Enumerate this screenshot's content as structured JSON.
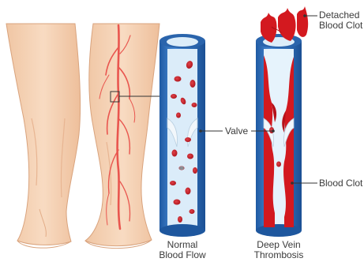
{
  "labels": {
    "detached_clot_line1": "Detached",
    "detached_clot_line2": "Blood Clot",
    "valve": "Valve",
    "blood_clot": "Blood Clot"
  },
  "captions": {
    "normal_line1": "Normal",
    "normal_line2": "Blood Flow",
    "dvt_line1": "Deep Vein",
    "dvt_line2": "Thrombosis"
  },
  "colors": {
    "skin": "#f6d3b6",
    "skin_shadow": "#e9b691",
    "vein_red": "#e9564f",
    "vessel_blue": "#2f6db5",
    "vessel_light": "#5f9ee0",
    "lumen": "#d9ecf8",
    "blood_cell": "#c91e24",
    "clot_red": "#d3191f"
  }
}
